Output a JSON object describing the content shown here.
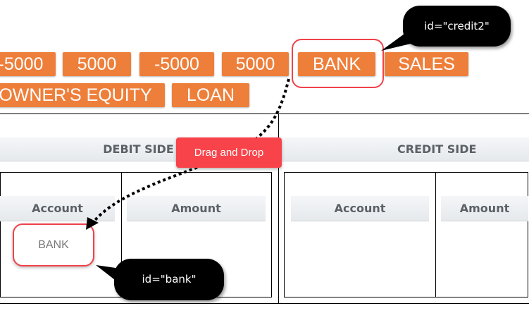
{
  "chips_row1": [
    "-5000",
    "5000",
    "-5000",
    "5000",
    "BANK",
    "SALES"
  ],
  "chips_row2": [
    "OWNER'S EQUITY",
    "LOAN"
  ],
  "table": {
    "debit_title": "DEBIT SIDE",
    "credit_title": "CREDIT SIDE",
    "account": "Account",
    "amount": "Amount"
  },
  "dropped_item": "BANK",
  "annotations": {
    "credit_callout": "id=\"credit2\"",
    "bank_callout": "id=\"bank\"",
    "drag_label": "Drag and Drop"
  },
  "colors": {
    "chip": "#ee7f3a",
    "highlight": "#f0424a",
    "drag_label": "#f8434a"
  }
}
